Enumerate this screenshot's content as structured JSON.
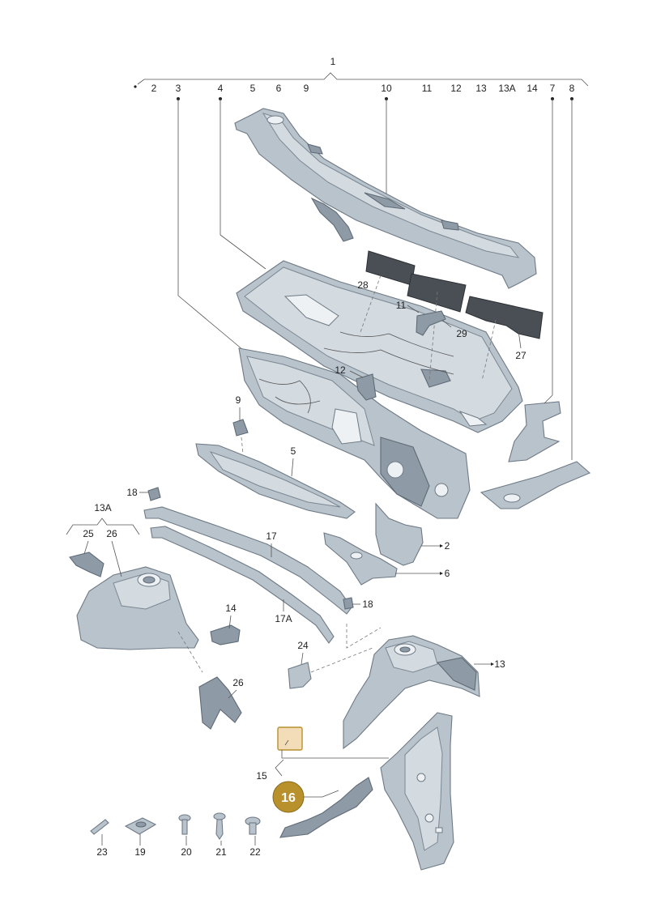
{
  "callouts": {
    "c1": "1",
    "c2": "2",
    "c3": "3",
    "c4": "4",
    "c5": "5",
    "c6": "6",
    "c9": "9",
    "c10": "10",
    "c11": "11",
    "c12": "12",
    "c13": "13",
    "c13a": "13A",
    "c14": "14",
    "c7": "7",
    "c8": "8",
    "p28": "28",
    "p11": "11",
    "p29": "29",
    "p27": "27",
    "p12": "12",
    "p9": "9",
    "p5": "5",
    "p18a": "18",
    "p13a": "13A",
    "p25": "25",
    "p26a": "26",
    "p17": "17",
    "p2": "2",
    "p6": "6",
    "p14": "14",
    "p17a": "17A",
    "p18b": "18",
    "p24": "24",
    "p13": "13",
    "p26b": "26",
    "p15": "15",
    "p16": "16",
    "p23": "23",
    "p19": "19",
    "p20": "20",
    "p21": "21",
    "p22": "22"
  },
  "highlight": {
    "badge_color": "#b8902c",
    "box_color": "#f2ddb8"
  }
}
